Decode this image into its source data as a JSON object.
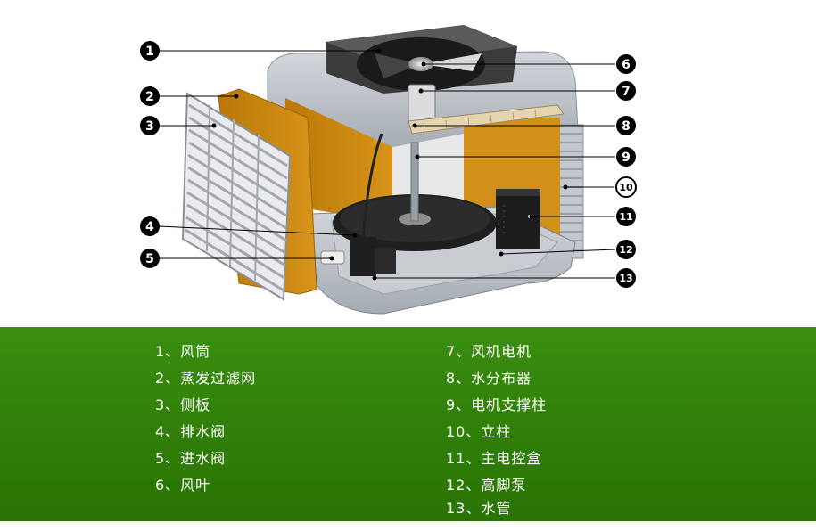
{
  "callouts": {
    "n1": "1",
    "n2": "2",
    "n3": "3",
    "n4": "4",
    "n5": "5",
    "n6": "6",
    "n7": "7",
    "n8": "8",
    "n9": "9",
    "n10": "10",
    "n11": "11",
    "n12": "12",
    "n13": "13"
  },
  "legend": {
    "left": [
      "1、风筒",
      "2、蒸发过滤网",
      "3、侧板",
      "4、排水阀",
      "5、进水阀",
      "6、风叶"
    ],
    "right": [
      "7、风机电机",
      "8、水分布器",
      "9、电机支撑柱",
      "10、立柱",
      "11、主电控盒",
      "12、高脚泵",
      "13、水管"
    ]
  },
  "colors": {
    "legend_background": "#2f7d08",
    "housing_gray": "#b9bec5",
    "filter_orange": "#c8860e",
    "callout_black": "#000000"
  }
}
